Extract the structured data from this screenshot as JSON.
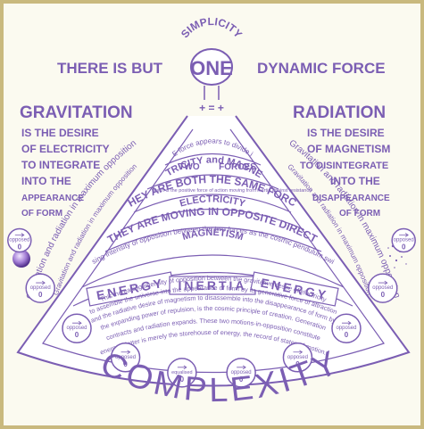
{
  "header": {
    "left": "THERE IS BUT",
    "center": "ONE",
    "right": "DYNAMIC FORCE",
    "arc": "SIMPLICITY"
  },
  "left_panel": {
    "title": "GRAVITATION",
    "lines": [
      "IS THE DESIRE",
      "OF ELECTRICITY",
      "TO INTEGRATE",
      "INTO THE",
      "APPEARANCE",
      "OF FORM"
    ]
  },
  "right_panel": {
    "title": "RADIATION",
    "lines": [
      "IS THE DESIRE",
      "OF MAGNETISM",
      "TO DISINTEGRATE",
      "INTO THE",
      "DISAPPEARANCE",
      "OF FORM"
    ]
  },
  "center": {
    "intro": "This ONE force appears to divide itself into",
    "two": "TWO",
    "forces": "FORCES",
    "electricity_and_magnetism": "ELECTRICITY and MAGNETISM",
    "left_note": "which is the positive force of action moving from inertia against resistance",
    "right_note": "which is the negative force of reaction moving towards inertia without resistance",
    "same_force": "THEY ARE BOTH THE SAME FORCE",
    "electricity": "ELECTRICITY",
    "but": "BUT THEY ARE",
    "moving": "MOVING IN OPPOSITE DIRECTIONS",
    "magnetism": "MAGNETISM",
    "result": "The result is an increasing intensity of opposition between the two forces as the cosmic pendulum swings away from inertia.",
    "energy_left": "ENERGY",
    "inertia": "INERTIA",
    "energy_right": "ENERGY",
    "long_text_1": "This increasing intensity of opposition between the gravitative desire of electricity",
    "long_text_2": "to assemble the universe into the appearance of form by its generative force of attraction",
    "long_text_3": "and the radiative desire of magnetism to disassemble into the disappearance of form by",
    "long_text_4": "the expanding power of repulsion, is the cosmic principle of creation. Generation",
    "long_text_5": "contracts and radiation expands. These two motions-in-opposition constitute",
    "long_text_6": "energy. Matter is merely the storehouse of energy, the record of states of motion."
  },
  "side_arcs": {
    "left": "Gravitation and radiation in maximum opposition",
    "right": "Gravitation and radiation in maximum opposition",
    "left_inner": "Gravitation and radiation in maximum opposition",
    "right_inner": "Gravitation and radiation in maximum opposition"
  },
  "equals_label": "+ = +",
  "pendulum_circles": [
    {
      "label": "opposed",
      "value": "0"
    },
    {
      "label": "opposed",
      "value": "0"
    },
    {
      "label": "opposed",
      "value": "0"
    },
    {
      "label": "opposed",
      "value": "0"
    },
    {
      "label": "equalised",
      "value": "0"
    },
    {
      "label": "opposed",
      "value": "0"
    },
    {
      "label": "opposed",
      "value": "0"
    },
    {
      "label": "opposed",
      "value": "0"
    },
    {
      "label": "opposed",
      "value": "0"
    },
    {
      "label": "opposed",
      "value": "0"
    }
  ],
  "footer": {
    "word": "COMPLEXITY"
  },
  "colors": {
    "ink": "#7b5eb3",
    "frame": "#c9b97e",
    "paper": "#fbfaf0"
  }
}
